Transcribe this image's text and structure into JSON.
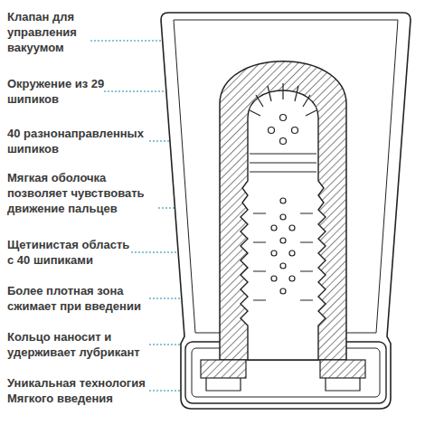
{
  "diagram": {
    "labels": [
      "Клапан для управления вакуумом",
      "Окружение из 29 шипиков",
      "40 разнонаправленных шипиков",
      "Мягкая оболочка позволяет чувствовать движение пальцев",
      "Щетинистая область с 40 шипиками",
      "Более плотная зона сжимает при введении",
      "Кольцо наносит и удерживает лубрикант",
      "Уникальная технология Мягкого введения"
    ]
  }
}
